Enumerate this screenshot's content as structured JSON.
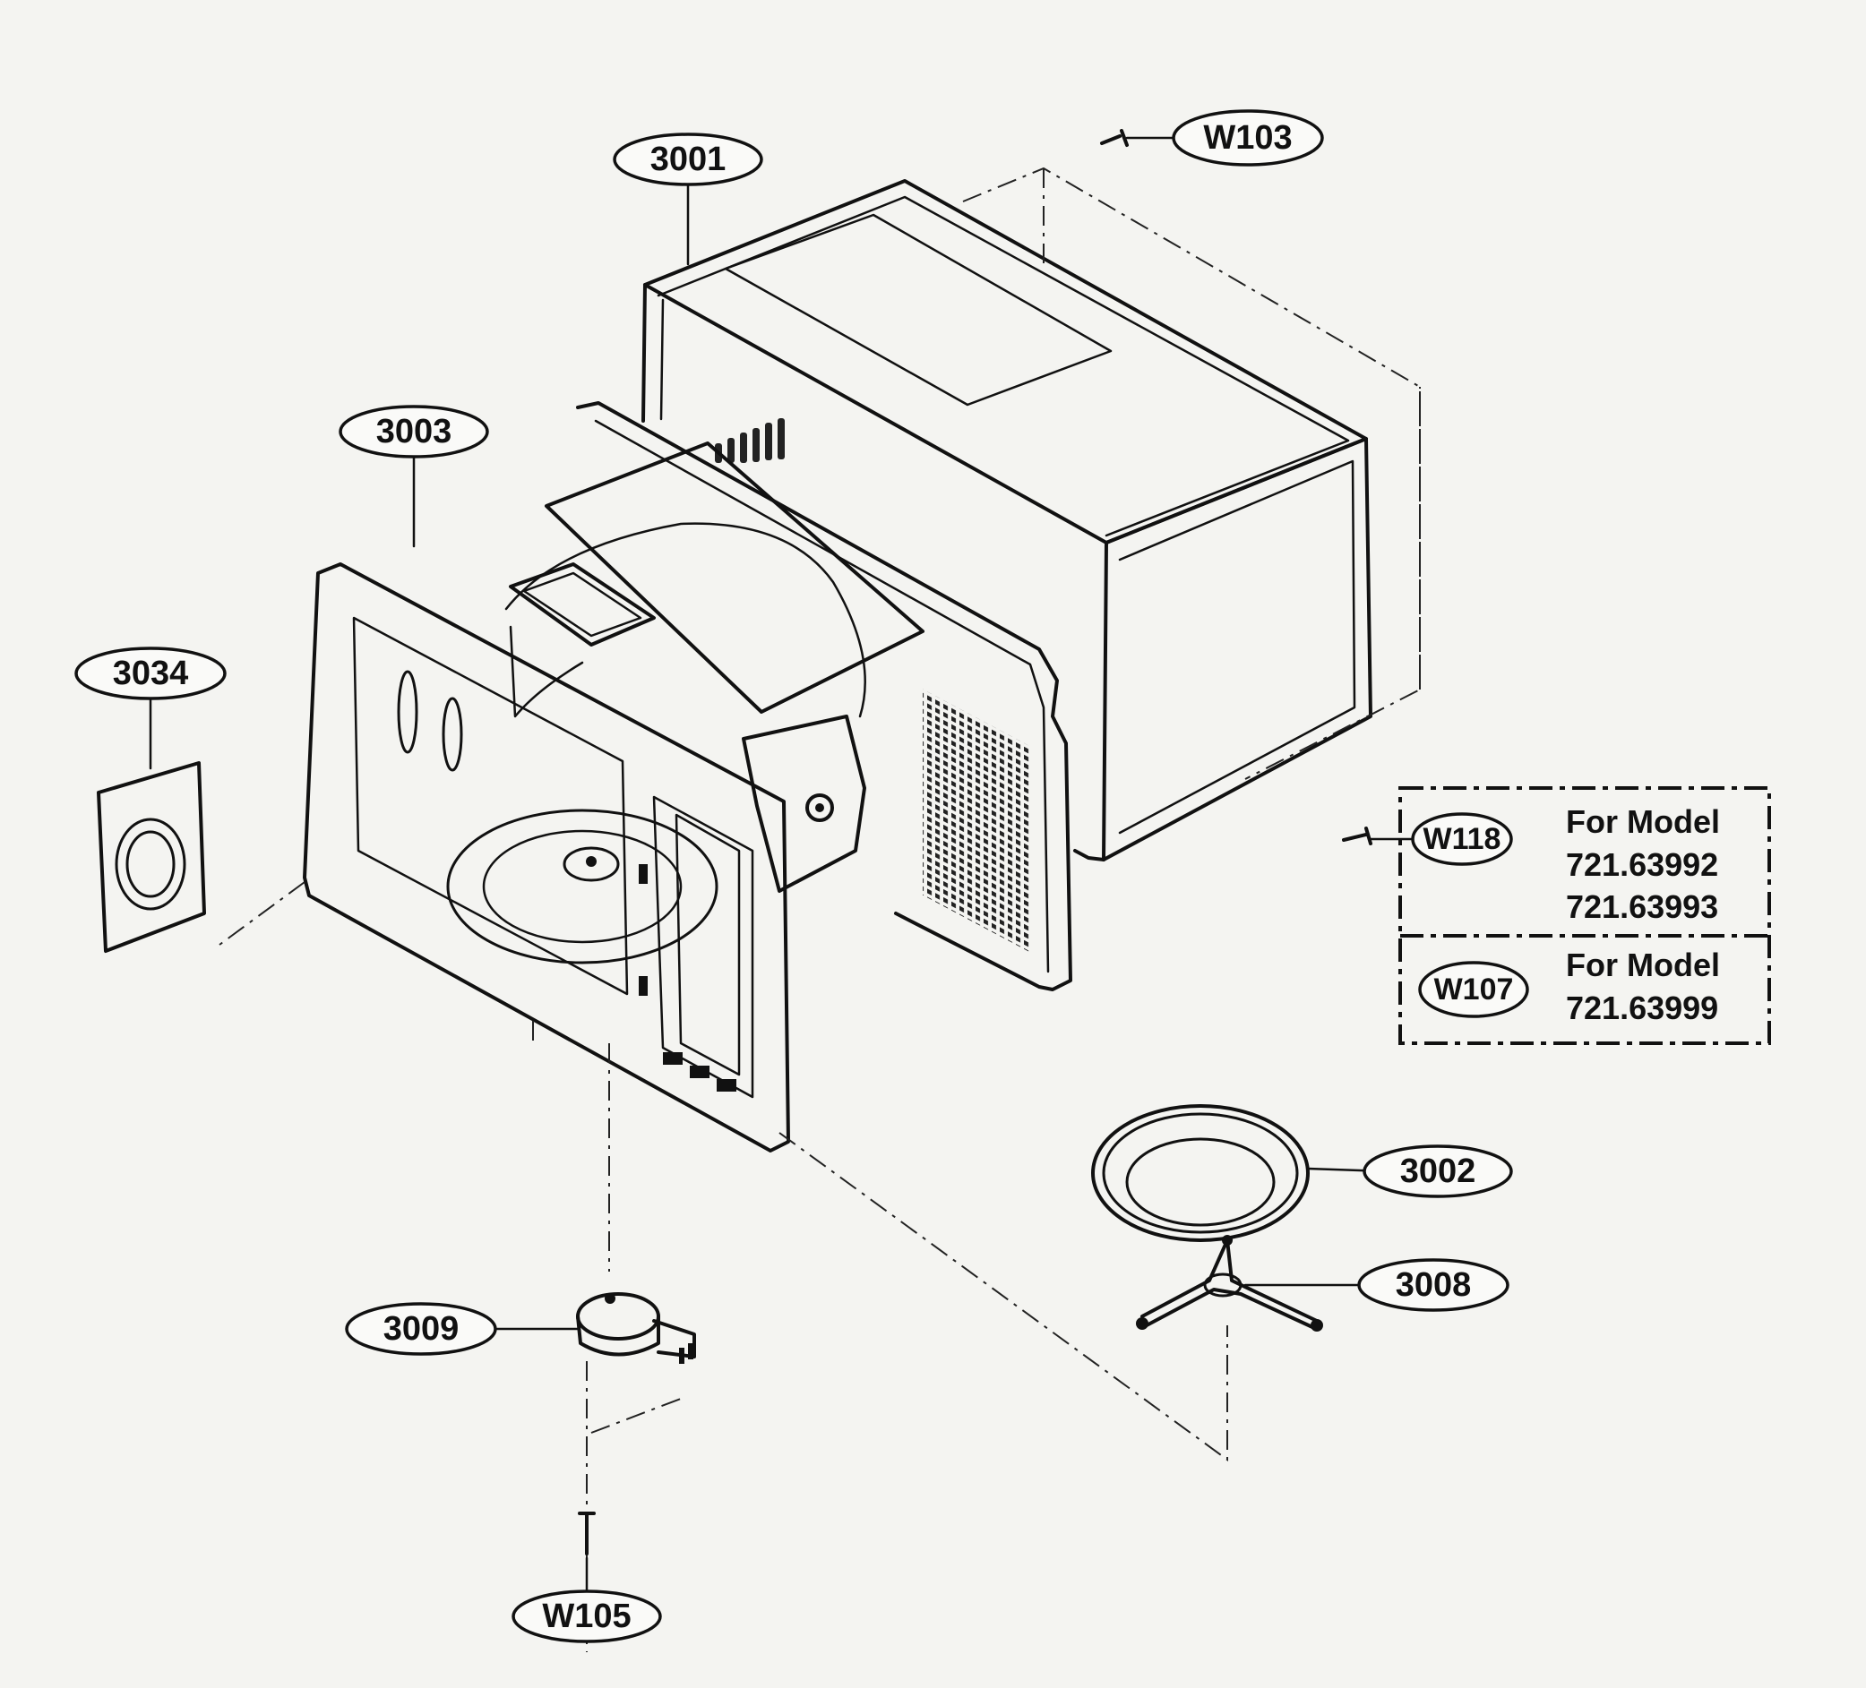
{
  "callouts": {
    "w103": "W103",
    "p3001": "3001",
    "p3003": "3003",
    "p3034": "3034",
    "w118": "W118",
    "w107": "W107",
    "p3002": "3002",
    "p3008": "3008",
    "p3009": "3009",
    "w105": "W105"
  },
  "model_notes": {
    "w118_heading": "For Model",
    "w118_model_1": "721.63992",
    "w118_model_2": "721.63993",
    "w107_heading": "For Model",
    "w107_model_1": "721.63999"
  }
}
